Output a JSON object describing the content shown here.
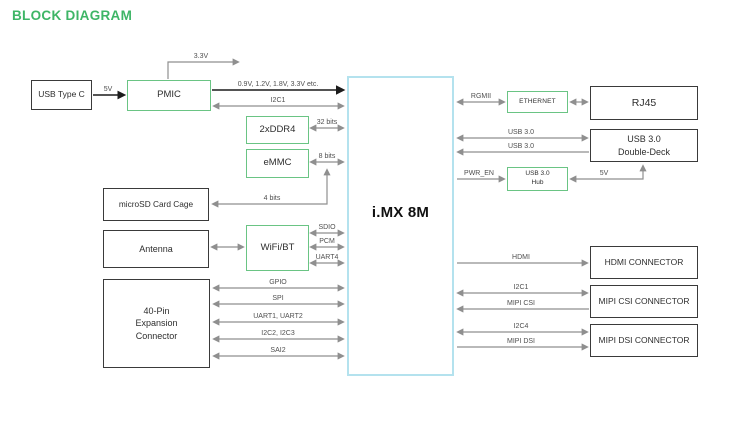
{
  "title": "BLOCK DIAGRAM",
  "colors": {
    "accent_green": "#3eb566",
    "node_green_border": "#6ac484",
    "soc_border": "#b4e2ee",
    "arrow_gray": "#8f8f8f",
    "arrow_black": "#1c1c1c"
  },
  "nodes": {
    "usb_type_c": {
      "label": "USB Type C"
    },
    "pmic": {
      "label": "PMIC"
    },
    "ddr4": {
      "label": "2xDDR4"
    },
    "emmc": {
      "label": "eMMC"
    },
    "microsd": {
      "label": "microSD Card Cage"
    },
    "antenna": {
      "label": "Antenna"
    },
    "expansion": {
      "lines": [
        "40-Pin",
        "Expansion",
        "Connector"
      ]
    },
    "wifibt": {
      "label": "WiFi/BT"
    },
    "soc": {
      "label": "i.MX 8M"
    },
    "ethernet": {
      "label": "ETHERNET"
    },
    "rj45": {
      "label": "RJ45"
    },
    "usb_dd": {
      "lines": [
        "USB 3.0",
        "Double-Deck"
      ]
    },
    "usb_hub": {
      "lines": [
        "USB 3.0",
        "Hub"
      ]
    },
    "hdmi_conn": {
      "label": "HDMI CONNECTOR"
    },
    "csi_conn": {
      "label": "MIPI CSI CONNECTOR"
    },
    "dsi_conn": {
      "label": "MIPI DSI CONNECTOR"
    }
  },
  "edges": {
    "v5": "5V",
    "v33": "3.3V",
    "rail": "0.9V, 1.2V, 1.8V, 3.3V etc.",
    "i2c1_left": "I2C1",
    "bits32": "32 bits",
    "bits8": "8 bits",
    "bits4": "4 bits",
    "sdio": "SDIO",
    "pcm": "PCM",
    "uart4": "UART4",
    "gpio": "GPIO",
    "spi": "SPI",
    "uart12": "UART1, UART2",
    "i2c23": "I2C2, I2C3",
    "sai2": "SAI2",
    "rgmii": "RGMII",
    "usb3_a": "USB 3.0",
    "usb3_b": "USB 3.0",
    "pwr_en": "PWR_EN",
    "v5_hub": "5V",
    "hdmi": "HDMI",
    "i2c1_right": "I2C1",
    "mipi_csi": "MIPI CSI",
    "i2c4": "I2C4",
    "mipi_dsi": "MIPI DSI"
  }
}
